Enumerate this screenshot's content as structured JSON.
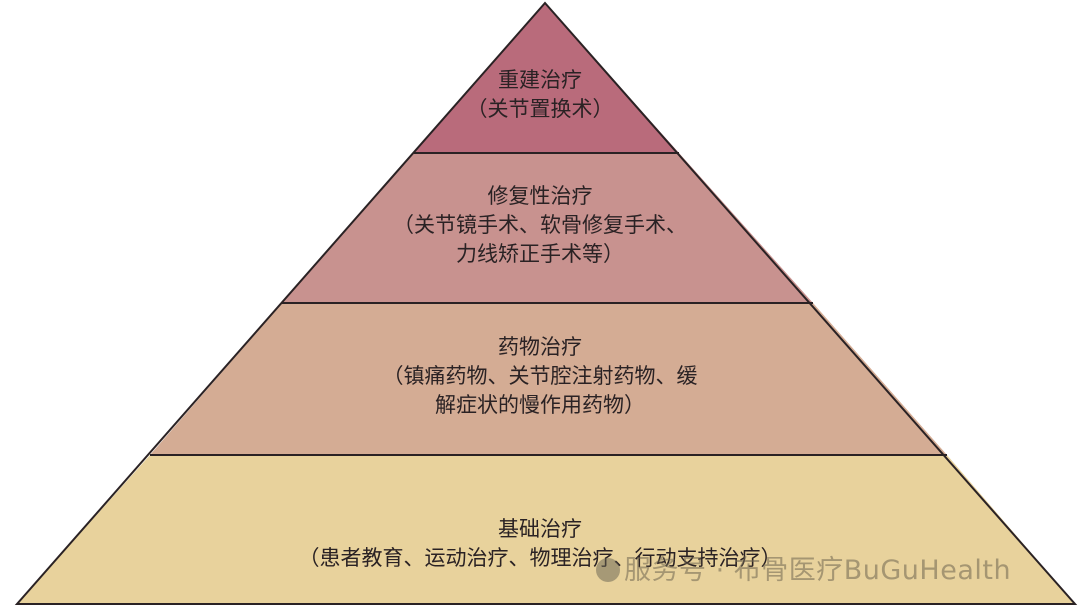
{
  "diagram": {
    "type": "pyramid",
    "levels": [
      {
        "title": "重建治疗",
        "lines": [
          "（关节置换术）"
        ],
        "color": "#b96b7b"
      },
      {
        "title": "修复性治疗",
        "lines": [
          "（关节镜手术、软骨修复手术、",
          "力线矫正手术等）"
        ],
        "color": "#c8928f"
      },
      {
        "title": "药物治疗",
        "lines": [
          "（镇痛药物、关节腔注射药物、缓",
          "解症状的慢作用药物）"
        ],
        "color": "#d4ac94"
      },
      {
        "title": "基础治疗",
        "lines": [
          "（患者教育、运动治疗、物理治疗、行动支持治疗）"
        ],
        "color": "#e8d29c"
      }
    ],
    "outline_color": "#2a2224"
  },
  "watermark": {
    "text": "服务号 · 布骨医疗BuGuHealth"
  }
}
